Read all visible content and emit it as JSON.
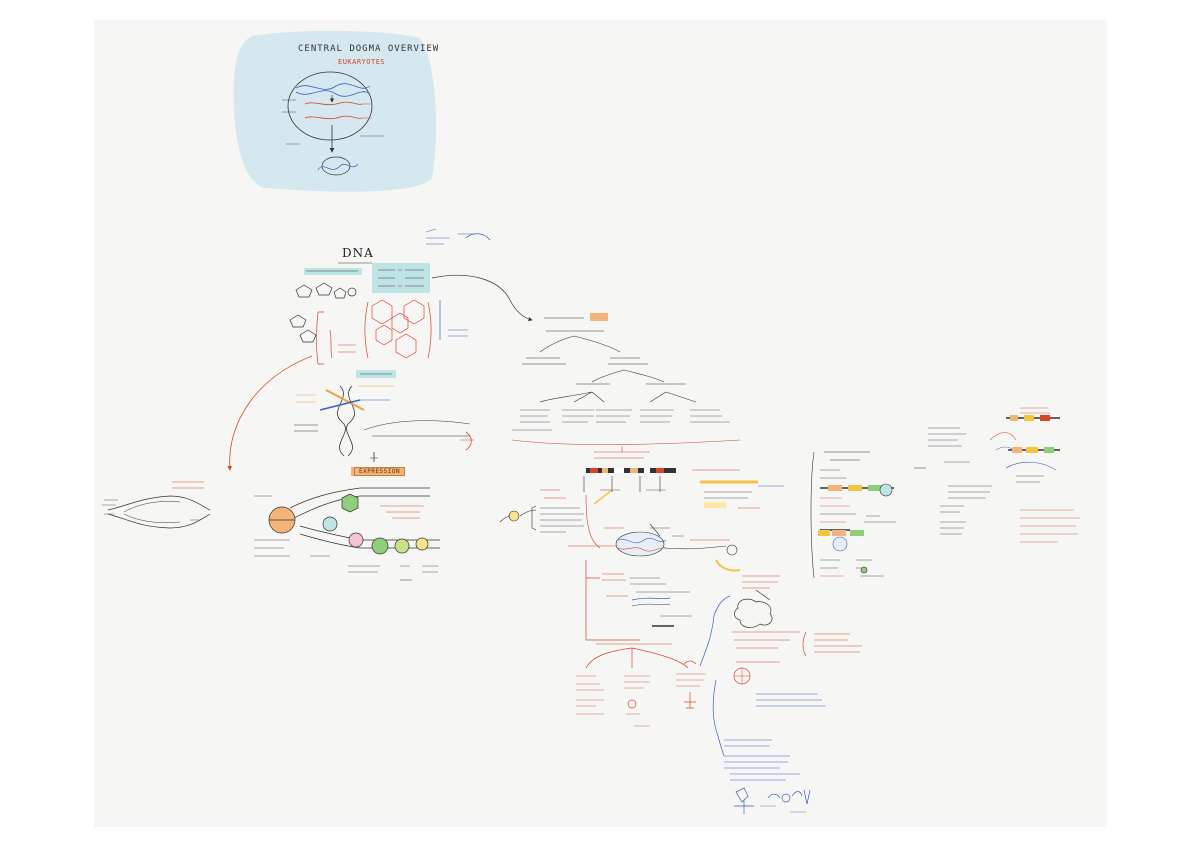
{
  "central_dogma": {
    "title": "CENTRAL DOGMA OVERVIEW",
    "subtitle": "EUKARYOTES"
  },
  "dna_heading": "DNA",
  "expression_label": "EXPRESSION",
  "colors": {
    "board_bg": "#f6f6f5",
    "dogma_panel": "#d6e8ef",
    "sketch_red": "#d9442b",
    "sketch_blue": "#3a61b8",
    "sketch_ink": "#333333",
    "highlight_orange": "#f3b47a",
    "highlight_teal": "#bfe4e6",
    "highlight_yellow": "#ffe7a6"
  }
}
